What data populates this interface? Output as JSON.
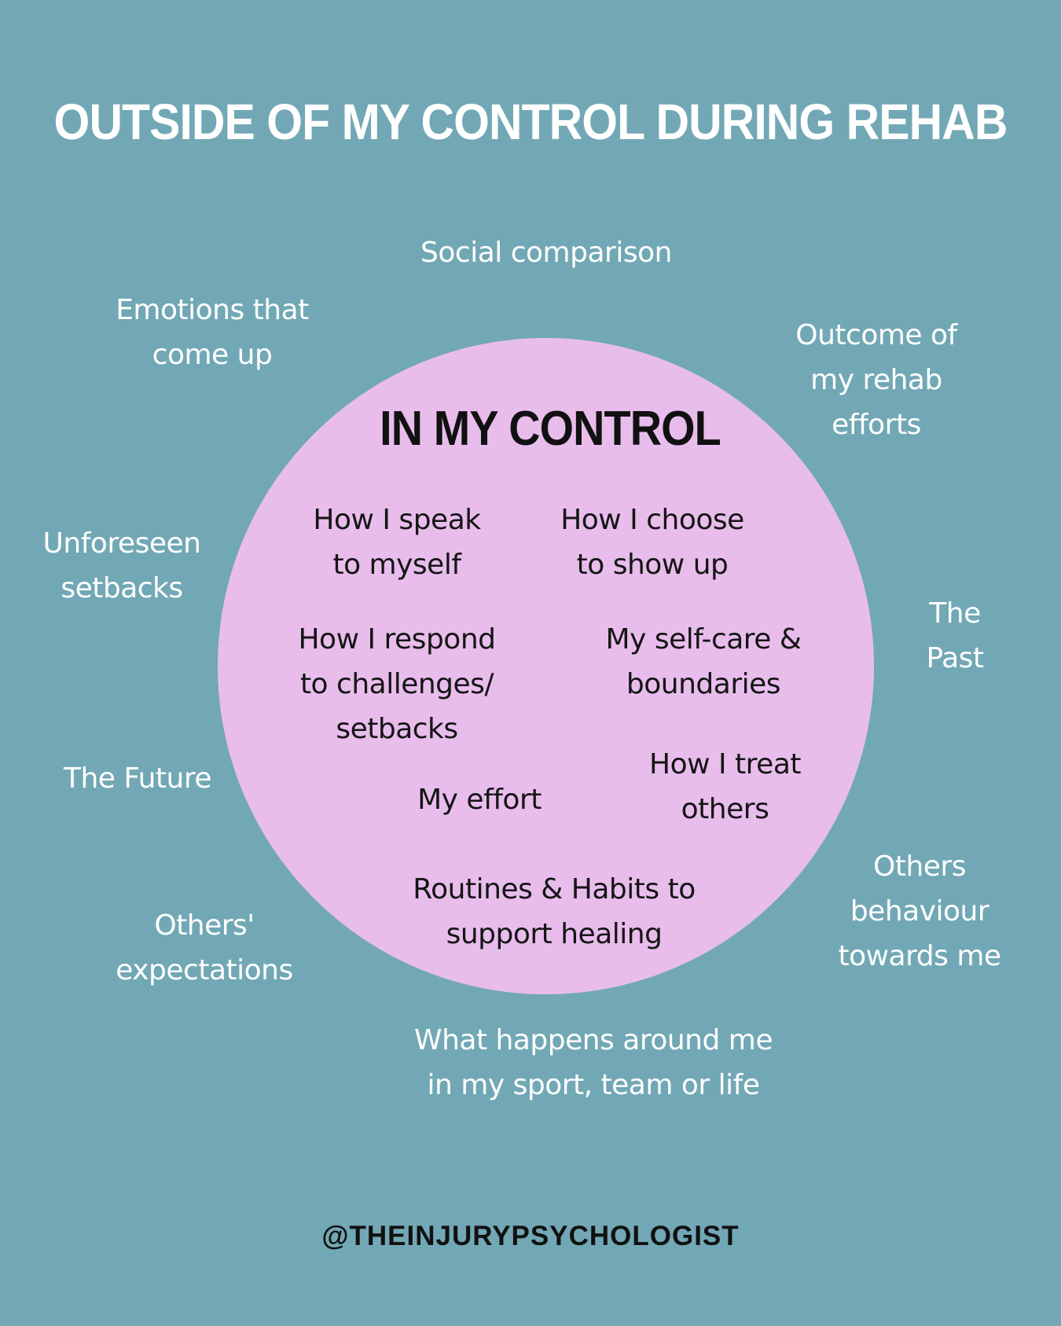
{
  "title": "OUTSIDE OF MY CONTROL DURING REHAB",
  "outside": {
    "social_comparison": "Social comparison",
    "emotions": "Emotions that\ncome up",
    "outcome": "Outcome of\nmy rehab\nefforts",
    "unforeseen": "Unforeseen\nsetbacks",
    "past": "The\nPast",
    "future": "The Future",
    "others_behaviour": "Others\nbehaviour\ntowards me",
    "others_expectations": "Others'\nexpectations",
    "what_happens": "What happens around me\nin my sport, team or life"
  },
  "inside": {
    "title": "IN MY CONTROL",
    "speak": "How I speak\nto myself",
    "show_up": "How I choose\nto show up",
    "respond": "How I respond\nto challenges/\nsetbacks",
    "self_care": "My self-care &\nboundaries",
    "treat": "How I treat\nothers",
    "effort": "My effort",
    "routines": "Routines & Habits to\nsupport healing"
  },
  "footer": {
    "handle": "@THEINJURYPSYCHOLOGIST"
  },
  "colors": {
    "background": "#72a8b5",
    "circle": "#e8bdec",
    "outer_text": "#ffffff",
    "inner_text": "#151515"
  }
}
